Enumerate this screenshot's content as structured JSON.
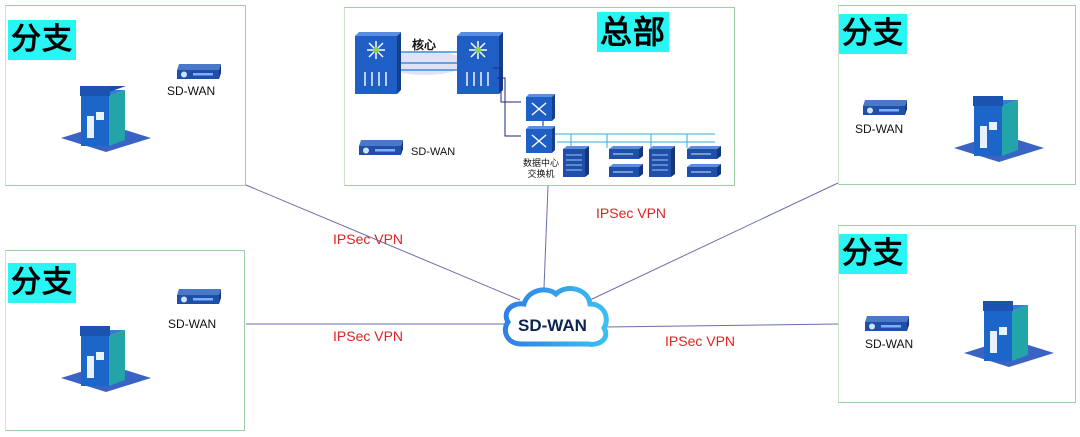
{
  "branch_label": "分支",
  "hq": {
    "title": "总部",
    "core_label": "核心",
    "dc_switch_label_line1": "数据中心",
    "dc_switch_label_line2": "交换机",
    "device_label": "SD-WAN"
  },
  "branches": [
    {
      "id": "top-left",
      "title": "分支",
      "device_label": "SD-WAN"
    },
    {
      "id": "top-right",
      "title": "分支",
      "device_label": "SD-WAN"
    },
    {
      "id": "bottom-left",
      "title": "分支",
      "device_label": "SD-WAN"
    },
    {
      "id": "bottom-right",
      "title": "分支",
      "device_label": "SD-WAN"
    }
  ],
  "cloud": {
    "label": "SD-WAN"
  },
  "links": {
    "upper_left": "IPSec VPN",
    "upper_right": "IPSec VPN",
    "lower_left": "IPSec VPN",
    "lower_right": "IPSec VPN"
  },
  "colors": {
    "tag_bg": "#29f5f5",
    "vpn_text": "#e02424",
    "box_border": "#9ccfa6",
    "line": "#6b6fa8"
  }
}
